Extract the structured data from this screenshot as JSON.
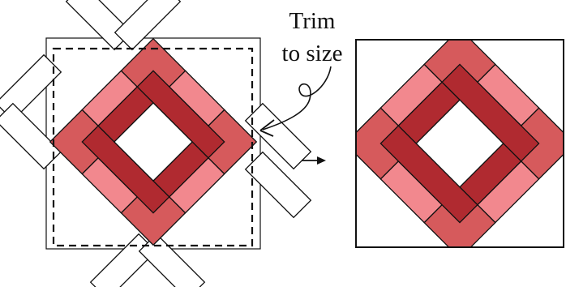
{
  "annotation": {
    "line1": "Trim",
    "line2": "to size"
  },
  "colors": {
    "dark_red": "#B02A30",
    "medium_red": "#D65A5C",
    "light_pink": "#F2888E",
    "outline": "#111111",
    "background": "#FFFFFF"
  },
  "icons": {
    "arrow": "right-arrow-icon",
    "pointer": "curly-pointer-arrow-icon",
    "trim_line": "dashed-trim-line"
  }
}
